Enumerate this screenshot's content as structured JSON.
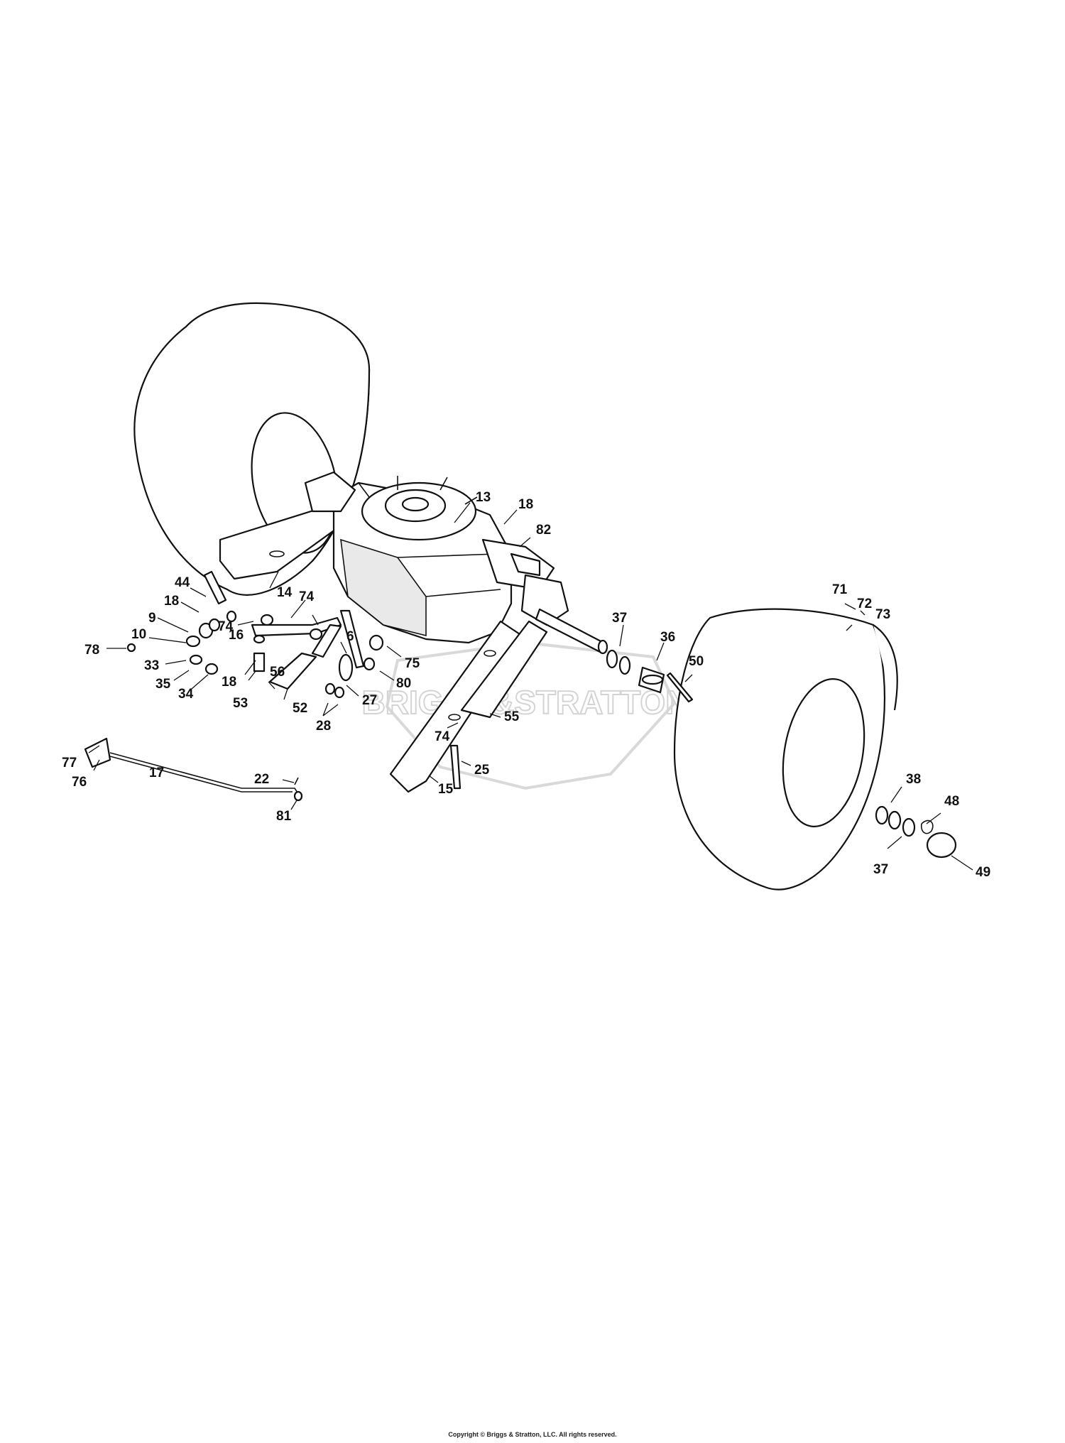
{
  "diagram": {
    "watermark_text": "BRIGGS&STRATTON",
    "copyright": "Copyright © Briggs & Stratton, LLC. All rights reserved.",
    "callouts": [
      "13",
      "18",
      "82",
      "14",
      "44",
      "18",
      "9",
      "10",
      "78",
      "33",
      "35",
      "34",
      "16",
      "74",
      "18",
      "74",
      "53",
      "56",
      "52",
      "6",
      "75",
      "80",
      "27",
      "28",
      "37",
      "36",
      "50",
      "71",
      "72",
      "73",
      "55",
      "74",
      "25",
      "15",
      "22",
      "81",
      "17",
      "77",
      "76",
      "38",
      "48",
      "37",
      "49"
    ]
  }
}
